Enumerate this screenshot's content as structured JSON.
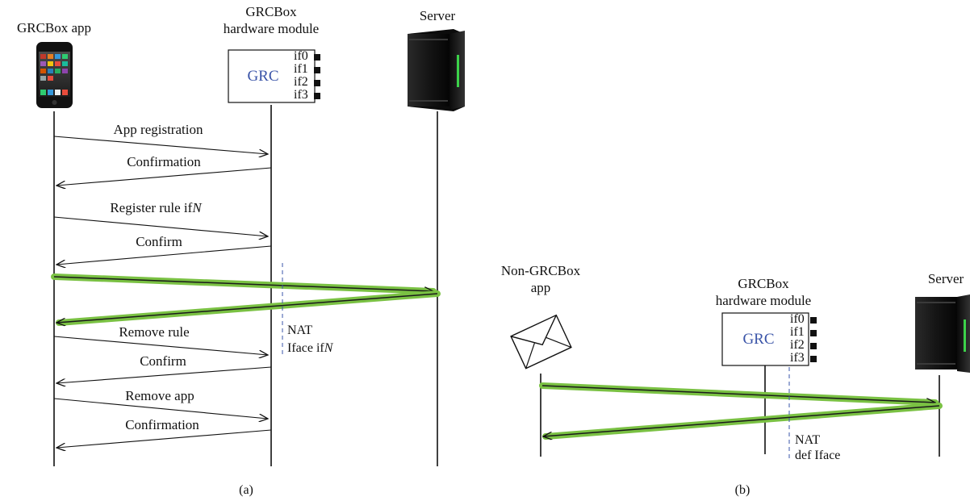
{
  "panel_a": {
    "app_title": "GRCBox app",
    "module_title_1": "GRCBox",
    "module_title_2": "hardware module",
    "server_title": "Server",
    "module_label": "GRC",
    "interfaces": [
      "if0",
      "if1",
      "if2",
      "if3"
    ],
    "messages": [
      {
        "text": "App registration",
        "dir": "right"
      },
      {
        "text": "Confirmation",
        "dir": "left"
      },
      {
        "text": "Register rule if",
        "italic": "N",
        "dir": "right"
      },
      {
        "text": "Confirm",
        "dir": "left"
      },
      {
        "text": "Remove rule",
        "dir": "right"
      },
      {
        "text": "Confirm",
        "dir": "left"
      },
      {
        "text": "Remove app",
        "dir": "right"
      },
      {
        "text": "Confirmation",
        "dir": "left"
      }
    ],
    "nat_line1": "NAT",
    "nat_line2": "Iface if",
    "nat_line2_italic": "N",
    "caption": "(a)"
  },
  "panel_b": {
    "app_title_1": "Non-GRCBox",
    "app_title_2": "app",
    "module_title_1": "GRCBox",
    "module_title_2": "hardware module",
    "server_title": "Server",
    "module_label": "GRC",
    "interfaces": [
      "if0",
      "if1",
      "if2",
      "if3"
    ],
    "nat_line1": "NAT",
    "nat_line2": "def Iface",
    "caption": "(b)"
  },
  "colors": {
    "flow_highlight": "#7ac143",
    "flow_core": "#1a1a1a",
    "grc_text": "#3a54a8",
    "dashed": "#3a54a8"
  },
  "icons": [
    "phone-icon",
    "server-icon",
    "envelope-icon"
  ]
}
